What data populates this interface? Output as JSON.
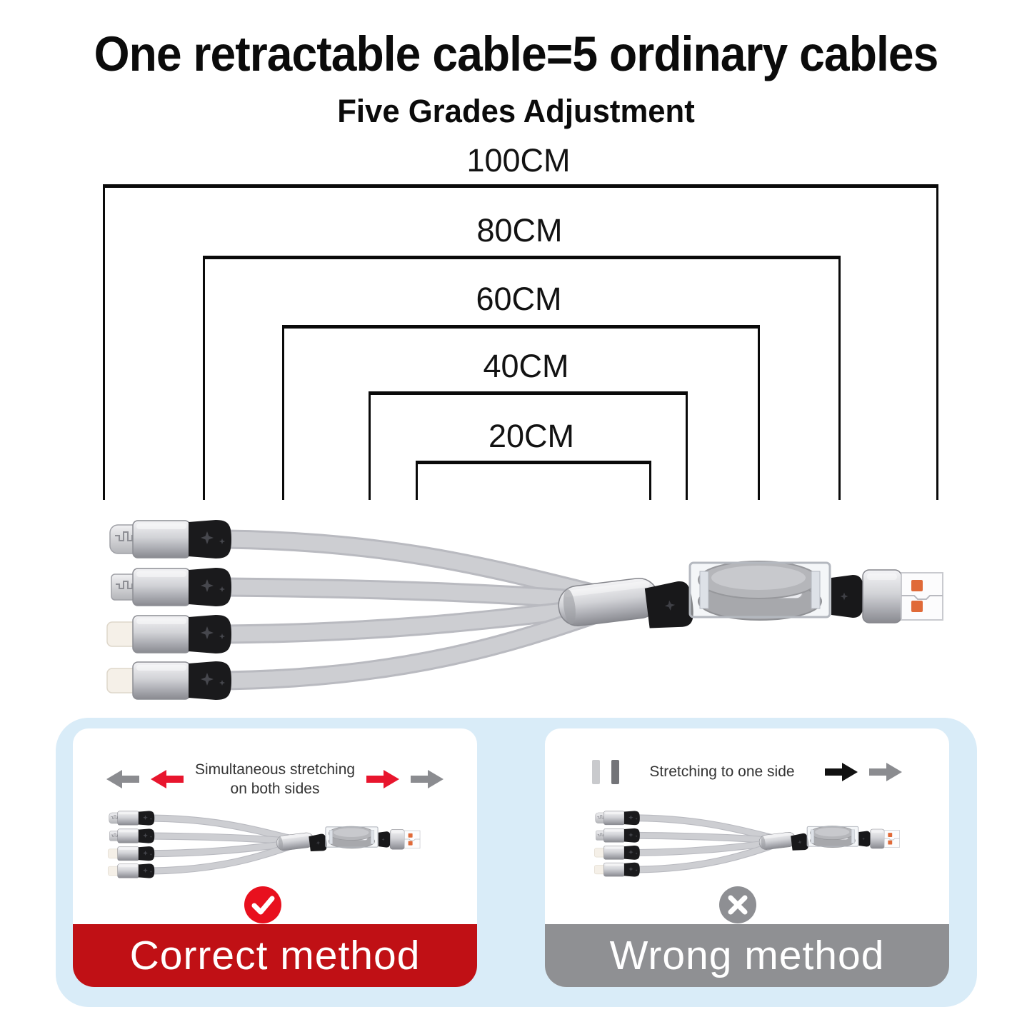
{
  "header": {
    "title": "One retractable cable=5 ordinary cables",
    "subtitle": "Five Grades Adjustment"
  },
  "grades": [
    {
      "label": "100CM",
      "length_cm": 100
    },
    {
      "label": "80CM",
      "length_cm": 80
    },
    {
      "label": "60CM",
      "length_cm": 60
    },
    {
      "label": "40CM",
      "length_cm": 40
    },
    {
      "label": "20CM",
      "length_cm": 20
    }
  ],
  "cable": {
    "left_connectors": [
      "usb-c",
      "micro-usb",
      "lightning",
      "lightning"
    ],
    "right_connector": "usb-a",
    "feature": "retractable-spool"
  },
  "panels": {
    "correct": {
      "caption_line1": "Simultaneous stretching",
      "caption_line2": "on both sides",
      "banner_label": "Correct method",
      "icon": "check-circle",
      "banner_color": "#c01015",
      "accent_color": "#e8101e"
    },
    "wrong": {
      "caption": "Stretching to one side",
      "banner_label": "Wrong method",
      "icon": "cross-circle",
      "banner_color": "#8f9093"
    }
  },
  "icons": {
    "correct_left": [
      "arrow-left-gray",
      "arrow-left-red"
    ],
    "correct_right": [
      "arrow-right-red",
      "arrow-right-gray"
    ],
    "wrong_left": [
      "pause-bar-light",
      "pause-bar-dark"
    ],
    "wrong_right": [
      "arrow-right-black",
      "arrow-right-gray"
    ]
  },
  "colors": {
    "background": "#ffffff",
    "text": "#0b0b0b",
    "bracket_line": "#0a0a0a",
    "section_blue": "#d9ecf8",
    "card_white": "#ffffff",
    "banner_red": "#c01015",
    "banner_gray": "#8f9093",
    "arrow_red": "#e8152d",
    "arrow_gray": "#8b8c90",
    "arrow_black": "#111111",
    "cable_gray": "#c9cacd",
    "usb_contact_orange": "#e06a38"
  }
}
